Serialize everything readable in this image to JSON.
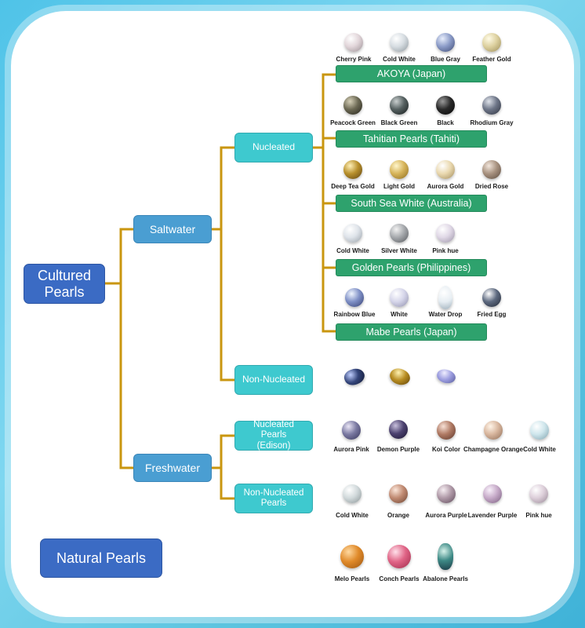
{
  "nodes": {
    "cultured": "Cultured Pearls",
    "natural": "Natural Pearls",
    "saltwater": "Saltwater",
    "freshwater": "Freshwater",
    "salt_nucleated": "Nucleated",
    "salt_non_nucleated": "Non-Nucleated",
    "fresh_nucleated": "Nucleated Pearls (Edison)",
    "fresh_non_nucleated": "Non-Nucleated Pearls",
    "akoya": "AKOYA (Japan)",
    "tahitian": "Tahitian Pearls (Tahiti)",
    "south_sea": "South Sea White (Australia)",
    "golden": "Golden Pearls (Philippines)",
    "mabe": "Mabe Pearls (Japan)"
  },
  "pearl_rows": {
    "akoya": [
      "Cherry Pink",
      "Cold White",
      "Blue Gray",
      "Feather Gold"
    ],
    "tahitian": [
      "Peacock Green",
      "Black Green",
      "Black",
      "Rhodium Gray"
    ],
    "south_sea": [
      "Deep Tea Gold",
      "Light Gold",
      "Aurora Gold",
      "Dried Rose"
    ],
    "golden": [
      "Cold White",
      "Silver White",
      "Pink hue"
    ],
    "mabe": [
      "Rainbow Blue",
      "White",
      "Water Drop",
      "Fried Egg"
    ],
    "fresh_nucleated": [
      "Aurora Pink",
      "Demon Purple",
      "Koi Color",
      "Champagne Orange",
      "Cold White"
    ],
    "fresh_non_nucleated": [
      "Cold White",
      "Orange",
      "Aurora Purple",
      "Lavender Purple",
      "Pink hue"
    ],
    "natural": [
      "Melo Pearls",
      "Conch Pearls",
      "Abalone Pearls"
    ]
  },
  "colors": {
    "connector": "#c9960f",
    "node_dark": "#3b6bc4",
    "node_mid": "#4a9ed2",
    "node_teal": "#3ec9cf",
    "node_green": "#2ea26d"
  }
}
